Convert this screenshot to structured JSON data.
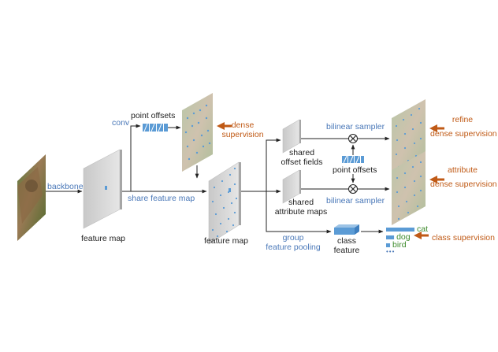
{
  "labels": {
    "backbone": "backbone",
    "feature_map_1": "feature map",
    "conv": "conv",
    "point_offsets_top": "point offsets",
    "dense_supervision_top": [
      "dense",
      "supervision"
    ],
    "share_feature_map": "share feature map",
    "feature_map_2": "feature map",
    "shared_offset_fields": [
      "shared",
      "offset fields"
    ],
    "shared_attribute_maps": [
      "shared",
      "attribute maps"
    ],
    "bilinear_sampler_top": "bilinear sampler",
    "bilinear_sampler_bottom": "bilinear sampler",
    "point_offsets_mid": "point offsets",
    "group_feature_pooling": [
      "group",
      "feature pooling"
    ],
    "class_feature": [
      "class",
      "feature"
    ],
    "refine_supervision": [
      "refine",
      "dense supervision"
    ],
    "attribute_supervision": [
      "attribute",
      "dense supervision"
    ],
    "class_supervision": "class supervision",
    "class_scores": [
      {
        "label": "cat",
        "value": 1.0
      },
      {
        "label": "dog",
        "value": 0.28
      },
      {
        "label": "bird",
        "value": 0.14
      }
    ],
    "more": "•••"
  },
  "colors": {
    "blue_text": "#4a78b8",
    "orange": "#c05a16",
    "bar_blue": "#5b9bd5",
    "green_text": "#3c8a2a",
    "gray_panel": "#d9d9d9"
  }
}
